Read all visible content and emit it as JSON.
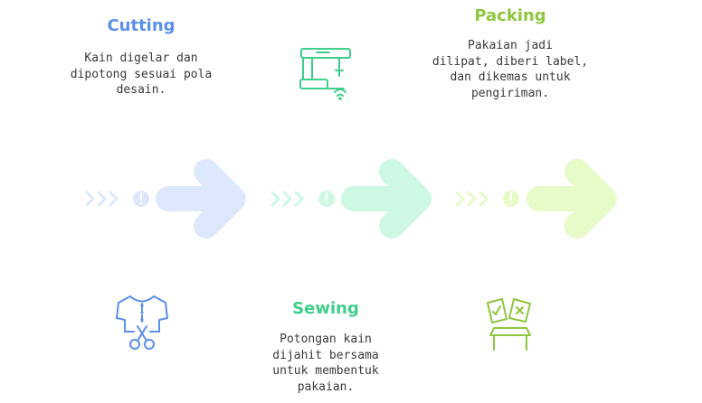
{
  "stages": [
    {
      "title": "Cutting",
      "description": [
        "Kain digelar dan",
        "dipotong sesuai pola",
        "desain."
      ],
      "color": "#5b8fe8",
      "arrow_color": "#dde8fd",
      "icon": "shirt-scissors-icon"
    },
    {
      "title": "Sewing",
      "description": [
        "Potongan kain",
        "dijahit bersama",
        "untuk membentuk",
        "pakaian."
      ],
      "color": "#3ecf8a",
      "arrow_color": "#cdf8e3",
      "icon": "sewing-machine-icon"
    },
    {
      "title": "Packing",
      "description": [
        "Pakaian jadi",
        "dilipat, diberi label,",
        "dan dikemas untuk",
        "pengiriman."
      ],
      "color": "#8ec63f",
      "arrow_color": "#e6fbc8",
      "icon": "packing-box-icon"
    }
  ]
}
